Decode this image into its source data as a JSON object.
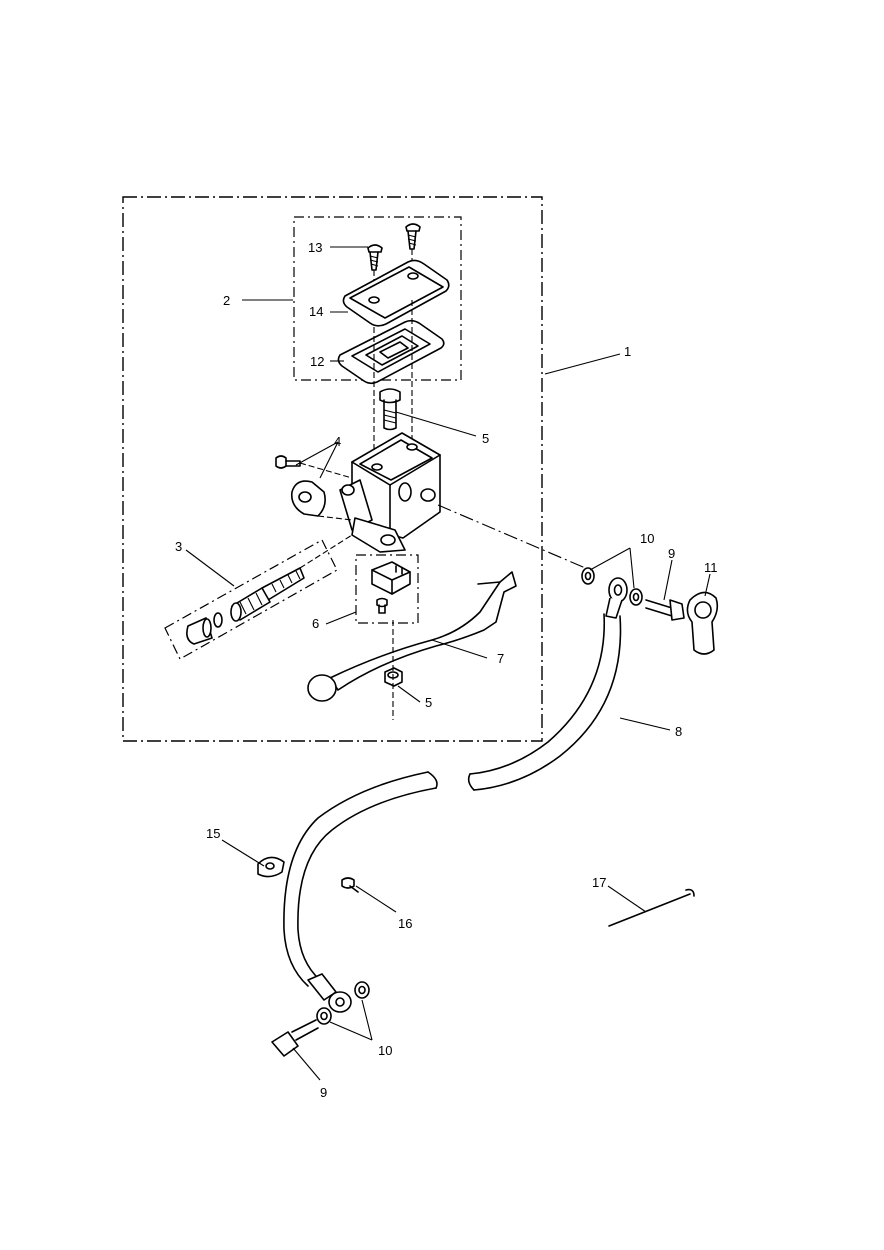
{
  "diagram": {
    "callouts": [
      {
        "id": "c1",
        "number": "1"
      },
      {
        "id": "c2",
        "number": "2"
      },
      {
        "id": "c3",
        "number": "3"
      },
      {
        "id": "c4",
        "number": "4"
      },
      {
        "id": "c5a",
        "number": "5"
      },
      {
        "id": "c5b",
        "number": "5"
      },
      {
        "id": "c6",
        "number": "6"
      },
      {
        "id": "c7",
        "number": "7"
      },
      {
        "id": "c8",
        "number": "8"
      },
      {
        "id": "c9a",
        "number": "9"
      },
      {
        "id": "c9b",
        "number": "9"
      },
      {
        "id": "c10a",
        "number": "10"
      },
      {
        "id": "c10b",
        "number": "10"
      },
      {
        "id": "c11",
        "number": "11"
      },
      {
        "id": "c12",
        "number": "12"
      },
      {
        "id": "c13",
        "number": "13"
      },
      {
        "id": "c14",
        "number": "14"
      },
      {
        "id": "c15",
        "number": "15"
      },
      {
        "id": "c16",
        "number": "16"
      },
      {
        "id": "c17",
        "number": "17"
      }
    ]
  }
}
